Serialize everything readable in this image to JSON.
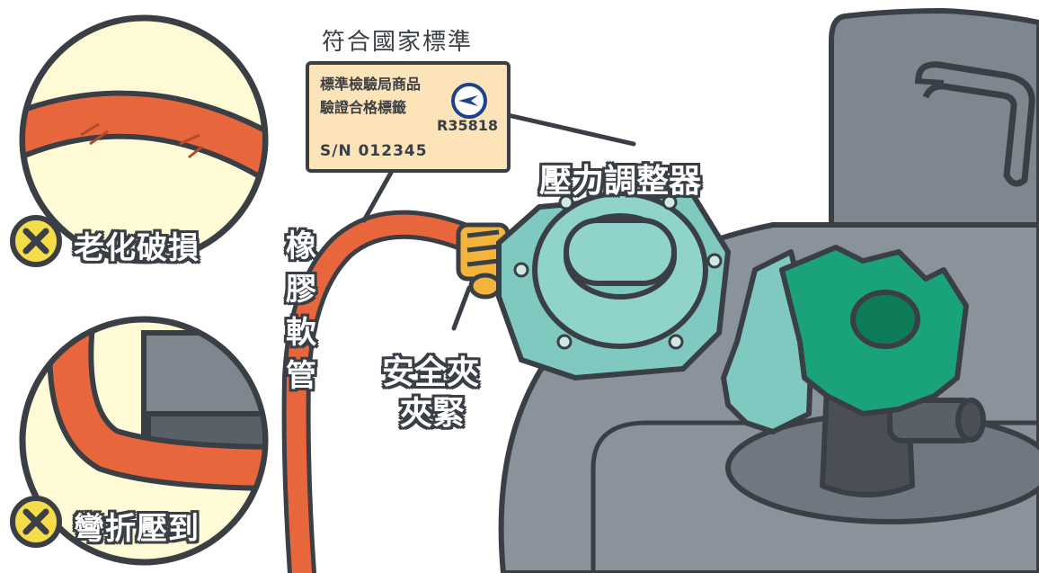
{
  "standard_title": "符合國家標準",
  "certificate": {
    "line1": "標準檢驗局商品",
    "line2": "驗證合格標籤",
    "code": "R35818",
    "serial": "S/N 012345"
  },
  "labels": {
    "regulator": "壓力調整器",
    "hose": [
      "橡",
      "膠",
      "軟",
      "管"
    ],
    "clamp_line1": "安全夾",
    "clamp_line2": "夾緊"
  },
  "warnings": [
    {
      "text": "老化破損",
      "icon": "x-mark-icon"
    },
    {
      "text": "彎折壓到",
      "icon": "x-mark-icon"
    }
  ],
  "colors": {
    "outline": "#3a3f45",
    "hose": "#e8663c",
    "regulator": "#7fc9c0",
    "knob": "#1aa37a",
    "cylinder": "#7e8690",
    "warning_bg": "#fffbd6",
    "x_badge": "#f5dc4a",
    "label_bg": "#fde3b8"
  }
}
